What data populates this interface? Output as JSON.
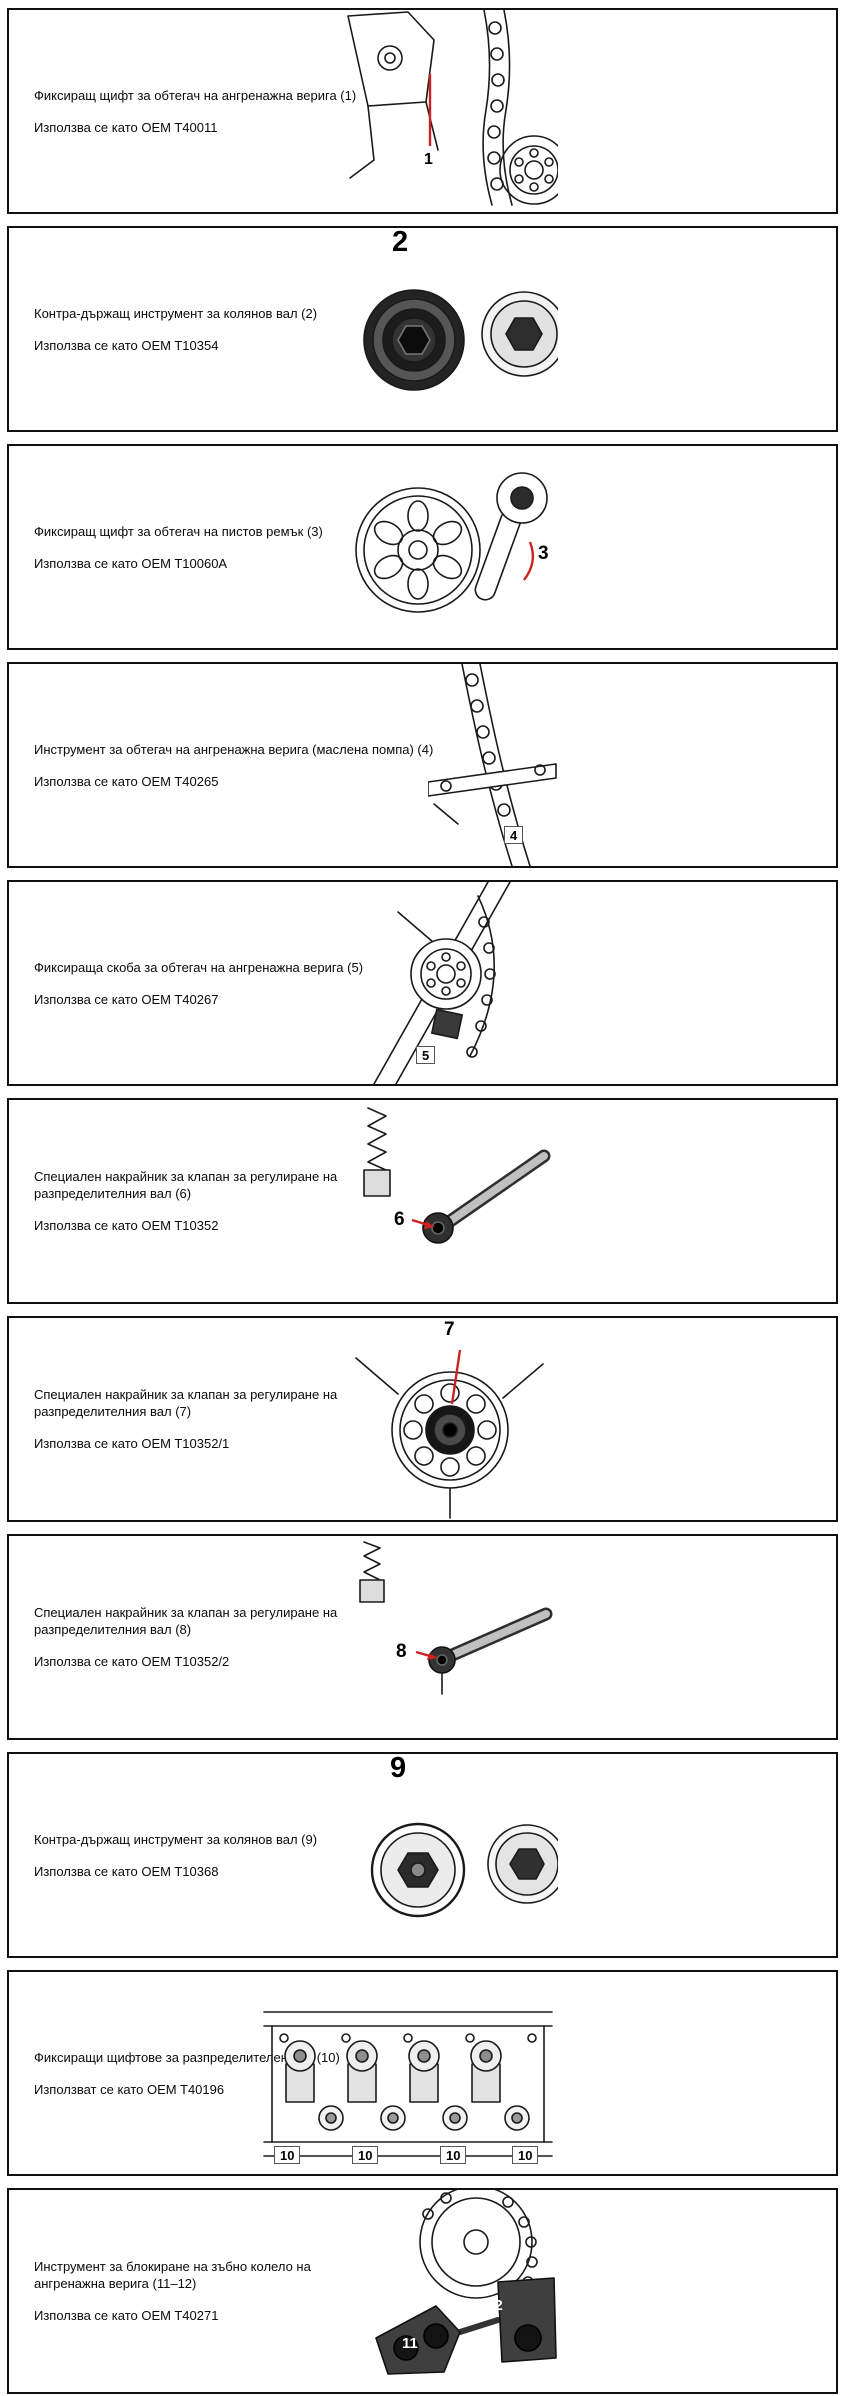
{
  "accent_red": "#cc2222",
  "items": [
    {
      "title": "Фиксиращ щифт за обтегач на ангренажна верига (1)",
      "oem": "Използва се като OEM T40011",
      "illustration": "timing-chain-tensioner",
      "labels": [
        "1"
      ]
    },
    {
      "title": "Контра-държащ инструмент за колянов вал (2)",
      "oem": "Използва се като OEM T10354",
      "illustration": "crankshaft-counterhold-tool",
      "labels": [
        "2"
      ]
    },
    {
      "title": "Фиксиращ щифт за обтегач на пистов ремък (3)",
      "oem": "Използва се като OEM T10060A",
      "illustration": "belt-tensioner-pin",
      "labels": [
        "3"
      ]
    },
    {
      "title": "Инструмент за обтегач на ангренажна верига (маслена помпа) (4)",
      "oem": "Използва се като OEM T40265",
      "illustration": "oil-pump-chain-tensioner-tool",
      "labels": [
        "4"
      ]
    },
    {
      "title": "Фиксираща скоба за обтегач на ангренажна верига (5)",
      "oem": "Използва се като OEM T40267",
      "illustration": "chain-tensioner-clamp",
      "labels": [
        "5"
      ]
    },
    {
      "title": "Специален накрайник за клапан за регулиране на разпределителния вал (6)",
      "oem": "Използва се като OEM T10352",
      "illustration": "camshaft-control-valve-socket",
      "labels": [
        "6"
      ]
    },
    {
      "title": "Специален накрайник за клапан за регулиране на разпределителния вал (7)",
      "oem": "Използва се като OEM T10352/1",
      "illustration": "camshaft-control-valve-socket",
      "labels": [
        "7"
      ]
    },
    {
      "title": "Специален накрайник за клапан за регулиране на разпределителния вал (8)",
      "oem": "Използва се като OEM T10352/2",
      "illustration": "camshaft-control-valve-socket",
      "labels": [
        "8"
      ]
    },
    {
      "title": "Контра-държащ инструмент за колянов вал (9)",
      "oem": "Използва се като OEM T10368",
      "illustration": "crankshaft-counterhold-tool",
      "labels": [
        "9"
      ]
    },
    {
      "title": "Фиксиращи щифтове за разпределителен вал (10)",
      "oem": "Използват се като OEM T40196",
      "illustration": "camshaft-locking-pins",
      "labels": [
        "10",
        "10",
        "10",
        "10"
      ]
    },
    {
      "title": "Инструмент за блокиране на зъбно колело на ангренажна верига (11–12)",
      "oem": "Използва се като OEM T40271",
      "illustration": "chain-sprocket-locking-tool",
      "labels": [
        "11",
        "12"
      ]
    }
  ]
}
